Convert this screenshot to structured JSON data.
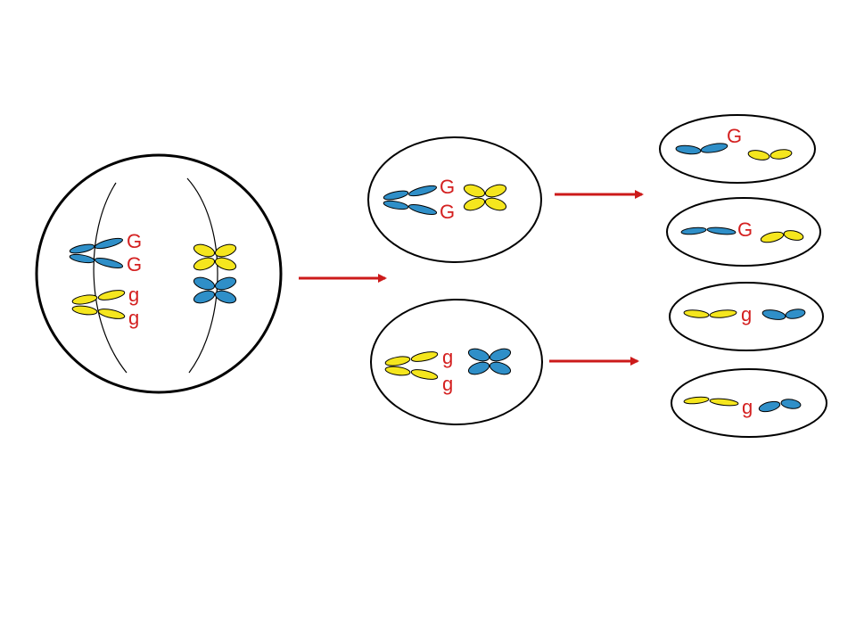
{
  "colors": {
    "allele": "#d42020",
    "arrow": "#cc1a1a",
    "chromosome_blue": "#2f8fc8",
    "chromosome_yellow": "#f5e61e",
    "cell_outline": "#000000"
  },
  "parent_cell": {
    "alleles_dominant": [
      "G",
      "G"
    ],
    "alleles_recessive": [
      "g",
      "g"
    ]
  },
  "daughter_cells": [
    {
      "alleles": [
        "G",
        "G"
      ]
    },
    {
      "alleles": [
        "g",
        "g"
      ]
    }
  ],
  "gametes": [
    {
      "allele": "G"
    },
    {
      "allele": "G"
    },
    {
      "allele": "g"
    },
    {
      "allele": "g"
    }
  ]
}
